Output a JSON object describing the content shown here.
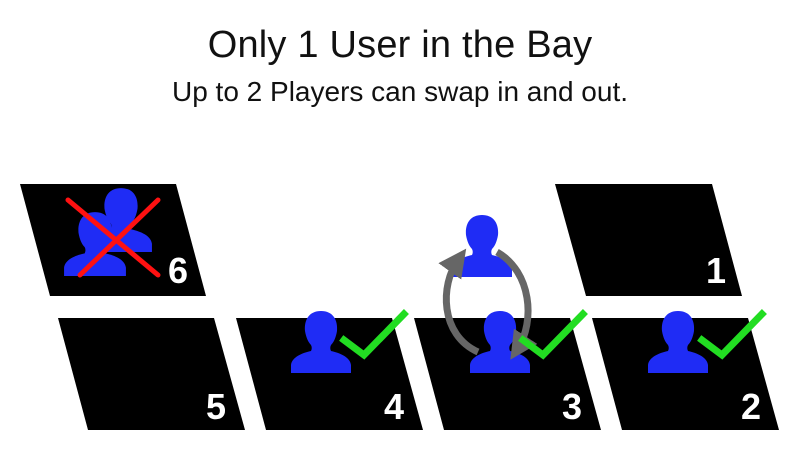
{
  "header": {
    "title": "Only 1 User in the Bay",
    "subtitle": "Up to 2 Players can swap in and out."
  },
  "bays": [
    {
      "number": "6",
      "status": "blocked",
      "players": 2
    },
    {
      "number": "1",
      "status": "empty",
      "players": 0
    },
    {
      "number": "5",
      "status": "empty",
      "players": 0
    },
    {
      "number": "4",
      "status": "allowed",
      "players": 1
    },
    {
      "number": "3",
      "status": "swap",
      "players": 2
    },
    {
      "number": "2",
      "status": "allowed",
      "players": 1
    }
  ],
  "icons": {
    "user": "user-icon",
    "check": "checkmark-icon",
    "cross": "cross-icon",
    "swap": "swap-arrows-icon"
  },
  "colors": {
    "bay": "#000000",
    "user": "#1f2cf5",
    "check": "#22dd22",
    "cross": "#ff1111",
    "swap_arrow": "#666666"
  }
}
